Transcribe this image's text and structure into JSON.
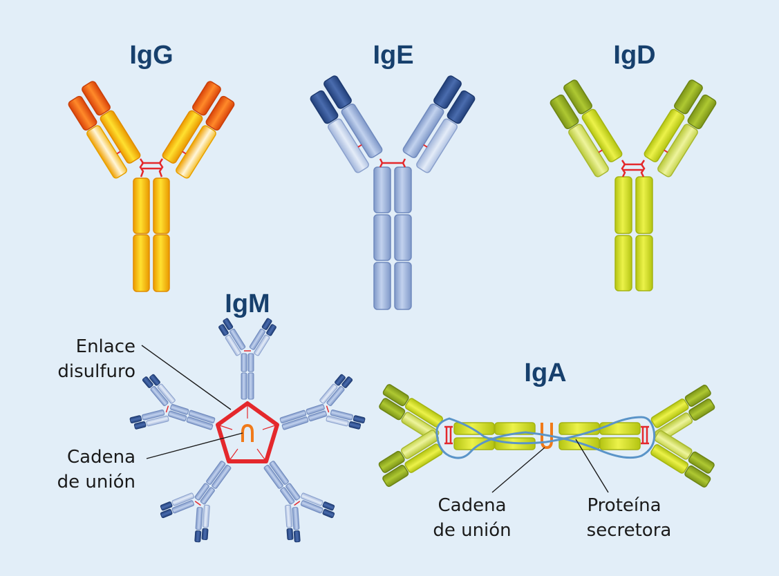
{
  "titles": {
    "igg": "IgG",
    "ige": "IgE",
    "igd": "IgD",
    "igm": "IgM",
    "iga": "IgA"
  },
  "labels": {
    "disulfide_line1": "Enlace",
    "disulfide_line2": "disulfuro",
    "igm_jchain_line1": "Cadena",
    "igm_jchain_line2": "de unión",
    "iga_jchain_line1": "Cadena",
    "iga_jchain_line2": "de unión",
    "secretory_line1": "Proteína",
    "secretory_line2": "secretora"
  },
  "colors": {
    "background": "#e2eef8",
    "title": "#17406d",
    "igg_constant": "#f5b800",
    "igg_tip": "#ec5a12",
    "ige_body": "#94acd8",
    "ige_tip": "#2a4e8e",
    "igd_body": "#c8d828",
    "igd_tip": "#8ea81e",
    "disulfide": "#e4282c",
    "j_chain": "#f07a1a",
    "secretory": "#5a94c8"
  }
}
